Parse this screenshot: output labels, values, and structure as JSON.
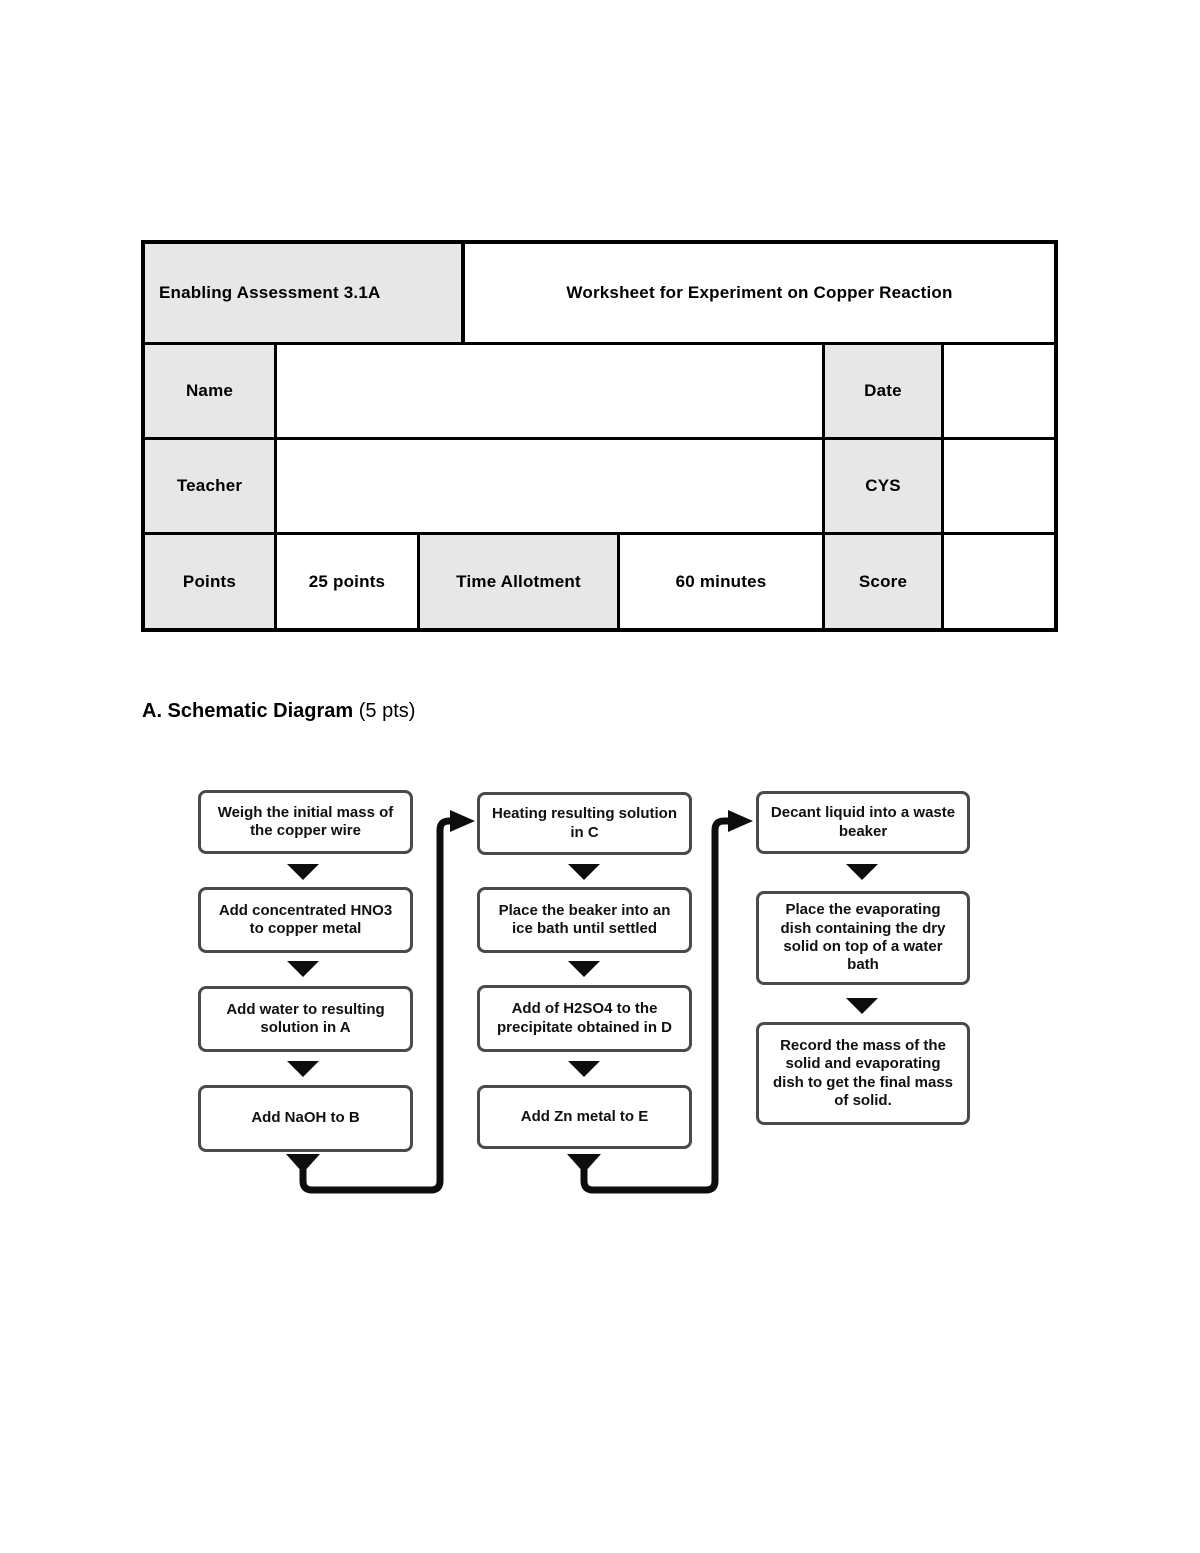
{
  "header_table": {
    "assessment_label": "Enabling Assessment 3.1A",
    "worksheet_title": "Worksheet for Experiment on Copper Reaction",
    "name_label": "Name",
    "name_value": "",
    "date_label": "Date",
    "date_value": "",
    "teacher_label": "Teacher",
    "teacher_value": "",
    "cys_label": "CYS",
    "cys_value": "",
    "points_label": "Points",
    "points_value": "25 points",
    "time_allotment_label": "Time Allotment",
    "time_allotment_value": "60 minutes",
    "score_label": "Score",
    "score_value": ""
  },
  "section_a": {
    "heading": "A. Schematic Diagram",
    "points_note": " (5 pts)"
  },
  "flowchart": {
    "columns": [
      {
        "steps": [
          "Weigh the initial mass of the copper wire",
          "Add concentrated HNO3 to copper metal",
          "Add water to resulting solution in A",
          "Add NaOH to B"
        ]
      },
      {
        "steps": [
          "Heating resulting solution in C",
          "Place the beaker into an ice bath until settled",
          "Add of H2SO4 to the precipitate obtained in D",
          "Add Zn metal to E"
        ]
      },
      {
        "steps": [
          "Decant liquid into a waste beaker",
          "Place the evaporating dish containing the dry solid on top of a water bath",
          "Record the mass of the solid and evaporating dish to get the final mass of solid."
        ]
      }
    ]
  },
  "colors": {
    "table_label_fill": "#e7e7e7",
    "table_border": "#000000",
    "box_border": "#4a4a4a",
    "connector": "#0d0d0d"
  }
}
